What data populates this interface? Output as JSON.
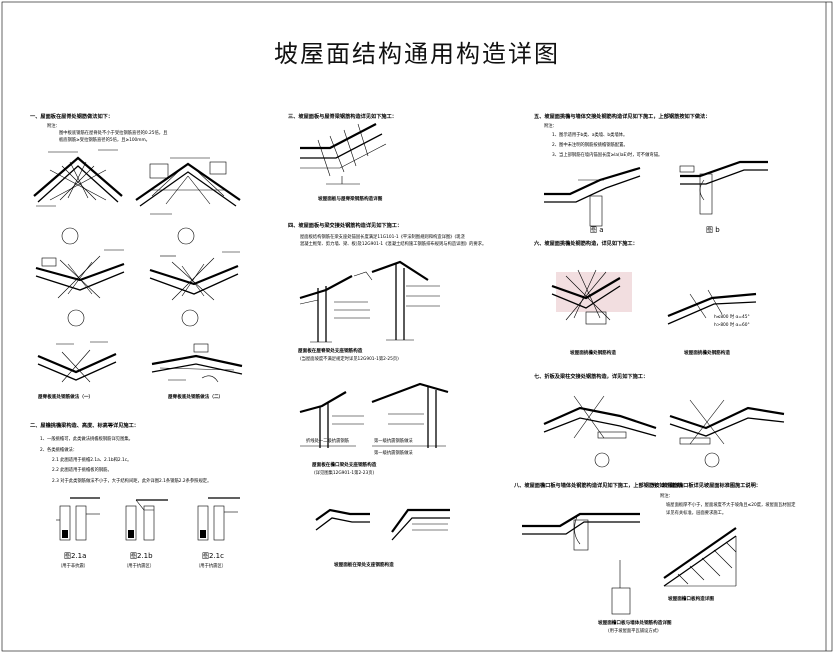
{
  "title": "坡屋面结构通用构造详图",
  "sections": [
    {
      "heading": "一、屋面板在屋脊处钢筋做法如下：",
      "note_label": "附注：",
      "note_lines": [
        "图中板底钢筋在屋脊处不小于受拉钢筋直径的0.25倍，且",
        "板底钢筋≥受拉钢筋直径的5倍，且≥100mm。"
      ],
      "captions": [
        "屋脊板底处钢筋做法（一）",
        "屋脊板底处钢筋做法（二）"
      ]
    },
    {
      "heading": "二、屋檐挑檐梁构造、高度、标高等详见施工：",
      "items": [
        "1、一般挑檐可，此类做法挑檐板钢筋详见图集。",
        "2、各类挑檐做法：",
        "2.1 此图适用于挑檐2.1a、2.1b和2.1c。",
        "2.2 此图适用于挑檐板的钢筋。",
        "2.3 对于此类钢筋做法不小于，大于结构间距，此外详图2.1条钢筋2.2条参照规定。"
      ],
      "figure_labels": [
        "图2.1a",
        "图2.1b",
        "图2.1c"
      ],
      "figure_notes": [
        "（用于非抗震）",
        "（用于抗震区）",
        "（用于抗震区）"
      ]
    },
    {
      "heading": "三、坡屋面板与屋脊梁钢筋构造详见如下施工：",
      "caption": "坡屋面板与屋脊梁钢筋构造详图"
    },
    {
      "heading": "四、坡屋面板与梁交接处钢筋构造详见如下施工：",
      "note_lines": [
        "屋面板结构钢筋在梁支座处锚固长度满足11G101-1《平法制图规则和构造详图》(现浇",
        "混凝土框架、剪力墙、梁、板)及12G901-1《混凝土结构施工钢筋排布规则与构造详图》的要求。"
      ],
      "captions": [
        "屋面板在屋脊梁处支座钢筋构造",
        "屋面板在檐口梁处支座钢筋构造",
        "坡屋面板在梁处支座钢筋构造"
      ],
      "sub_captions": [
        "(当屋面坡度不满足规定时详见12G901-1第2-25页)",
        "(详见图集12G901-1第2-23页)"
      ],
      "tag_labels": [
        "折线处一二级抗震钢筋",
        "第一级抗震钢筋做法",
        "第一级抗震钢筋做法"
      ]
    },
    {
      "heading": "五、坡屋面挑檐与墙体交接处钢筋构造详见如下施工，上部钢筋按如下做法：",
      "note_label": "附注：",
      "items": [
        "1、图示适用于b类、a类墙、b类墙体。",
        "2、图中未注明的钢筋按挑檐钢筋配置。",
        "3、当上部钢筋在墙内锚固长度≥la(laE)时，可不做弯锚。"
      ],
      "figure_labels": [
        "图 a",
        "图 b"
      ]
    },
    {
      "heading": "六、坡屋面挑檐处钢筋构造，详见如下施工：",
      "captions": [
        "坡屋面挑檐处钢筋构造",
        "坡屋面挑檐处钢筋构造"
      ],
      "angle_notes": [
        "h≤800 时 α=45°",
        "h>800 时 α=60°"
      ]
    },
    {
      "heading": "七、折板及梁柱交接处钢筋构造，详见如下施工："
    },
    {
      "heading": "八、坡屋面檐口板与墙体处钢筋构造详见如下施工，上部钢筋按如下做法：",
      "caption": "坡屋面檐口板与墙体处钢筋构造详图",
      "sub_caption": "(用于坡屋面平瓦铺设方式)"
    },
    {
      "heading": "九、坡屋面檐口板详见坡屋面标准图施工说明：",
      "note_label": "附注：",
      "note_lines": [
        "坡屋面板厚不小于，屋面坡度不大于坡角且≤20度，坡屋面瓦材固定",
        "详见有关标准，层面要求施工。"
      ],
      "caption": "坡屋面檐口板构造详图"
    }
  ],
  "drawing_colors": {
    "line": "#000000",
    "stamp": "#d9a0a6",
    "frame": "#000000"
  }
}
